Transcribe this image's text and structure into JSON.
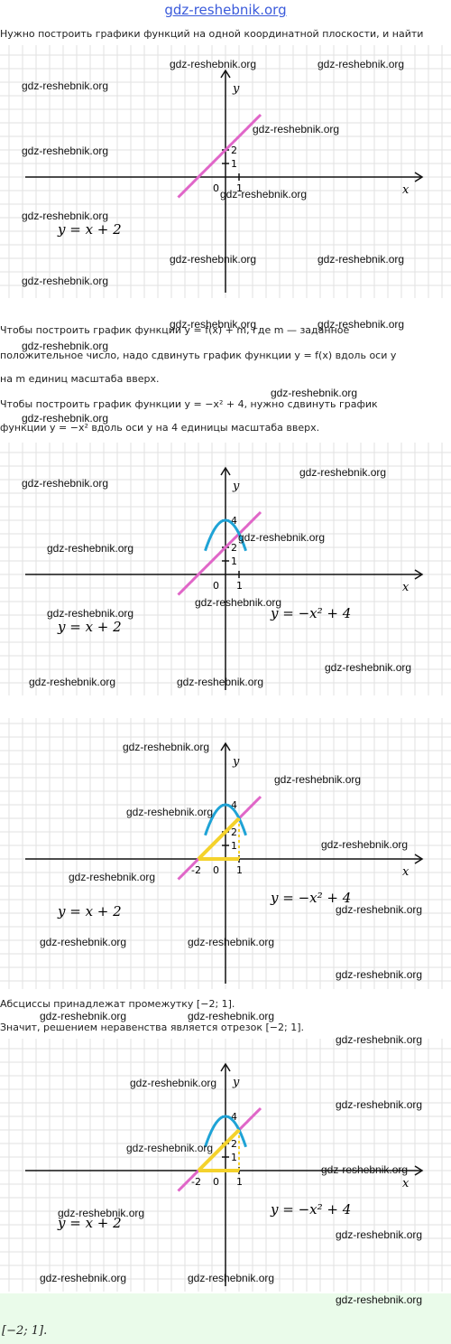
{
  "header": {
    "site": "gdz-reshebnik.org"
  },
  "watermark": "gdz-reshebnik.org",
  "colors": {
    "line": "#e066c8",
    "parabola": "#1fa3d6",
    "highlight": "#f4d22c",
    "grid": "#e2e2e2",
    "answer_bg": "#eafbea"
  },
  "texts": {
    "intro": "Нужно построить графики функций на одной координатной плоскости, и найти",
    "shift1": "Чтобы построить график функции y = f(x) + m, где m — заданное",
    "shift2": "положительное число, надо сдвинуть график функции y = f(x) вдоль оси y",
    "shift3": "на m единиц масштаба вверх.",
    "para1": "Чтобы построить график функции y = −x² + 4, нужно сдвинуть график",
    "para2": "функции y = −x² вдоль оси y на 4 единицы масштаба вверх.",
    "abs1": "Абсциссы принадлежат промежутку [−2; 1].",
    "abs2": "Значит, решением неравенства является отрезок [−2; 1].",
    "answer": "[−2; 1]."
  },
  "graph_labels": {
    "x_axis": "x",
    "y_axis": "y",
    "origin": "0",
    "one_x": "1",
    "one_y": "1",
    "two_y": "2",
    "four_y": "4",
    "minus_two": "-2",
    "line_eq": "y = x + 2",
    "parabola_eq": "y = −x² + 4"
  },
  "chart_data": [
    {
      "type": "line",
      "series": [
        {
          "name": "y = x + 2",
          "fn": "x+2",
          "x": [
            -3.5,
            2.6
          ]
        }
      ],
      "xlabel": "x",
      "ylabel": "y"
    },
    {
      "type": "line",
      "series": [
        {
          "name": "y = x + 2",
          "fn": "x+2",
          "x": [
            -3.5,
            2.6
          ]
        },
        {
          "name": "y = −x² + 4",
          "fn": "-x^2+4",
          "x": [
            -1.5,
            1.5
          ]
        }
      ],
      "xlabel": "x",
      "ylabel": "y"
    },
    {
      "type": "line",
      "series": [
        {
          "name": "y = x + 2",
          "fn": "x+2",
          "x": [
            -3.5,
            2.6
          ]
        },
        {
          "name": "y = −x² + 4",
          "fn": "-x^2+4",
          "x": [
            -1.5,
            1.5
          ]
        }
      ],
      "highlight": [
        -2,
        1
      ],
      "xlabel": "x",
      "ylabel": "y"
    },
    {
      "type": "line",
      "series": [
        {
          "name": "y = x + 2",
          "fn": "x+2",
          "x": [
            -3.5,
            2.6
          ]
        },
        {
          "name": "y = −x² + 4",
          "fn": "-x^2+4",
          "x": [
            -1.5,
            1.5
          ]
        }
      ],
      "highlight": [
        -2,
        1
      ],
      "xlabel": "x",
      "ylabel": "y"
    }
  ]
}
